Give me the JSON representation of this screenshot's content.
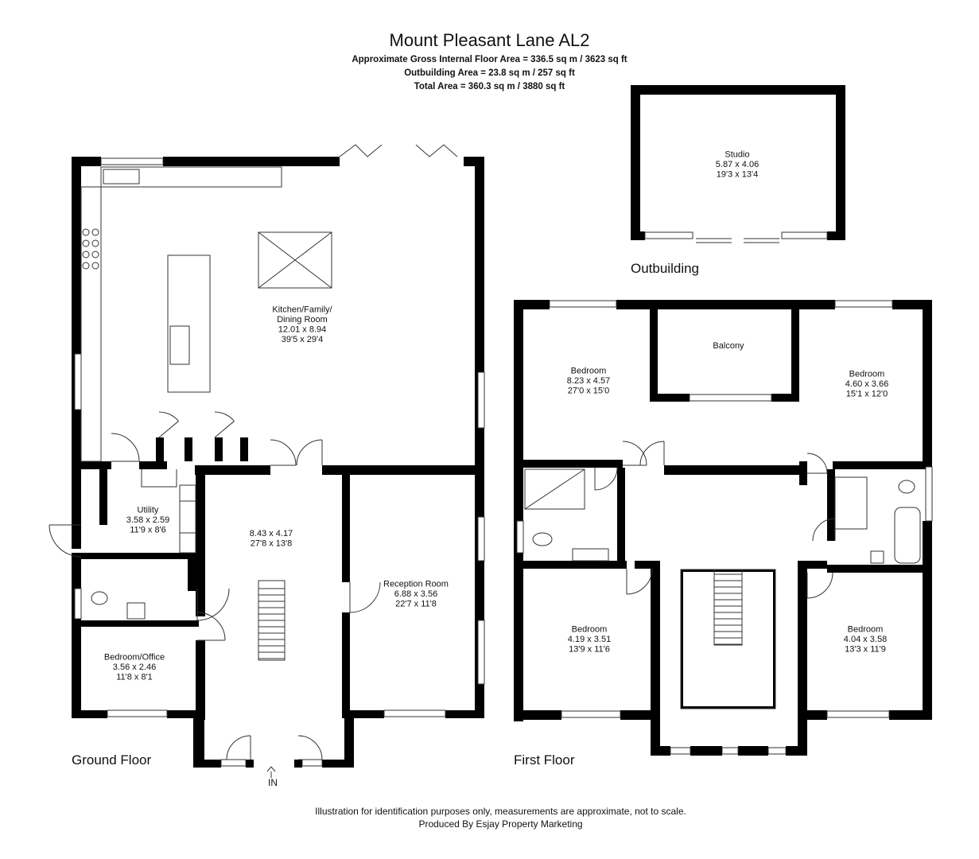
{
  "header": {
    "title": "Mount Pleasant Lane AL2",
    "gross_area": "Approximate Gross Internal Floor Area = 336.5 sq m / 3623 sq ft",
    "outbuilding_area": "Outbuilding Area = 23.8 sq m / 257 sq ft",
    "total_area": "Total Area = 360.3 sq m / 3880 sq ft"
  },
  "floors": {
    "ground": "Ground Floor",
    "first": "First Floor",
    "outbuilding": "Outbuilding"
  },
  "entrance_label": "IN",
  "rooms": {
    "kitchen": [
      "Kitchen/Family/",
      "Dining Room",
      "12.01 x 8.94",
      "39'5 x 29'4"
    ],
    "utility": [
      "Utility",
      "3.58 x 2.59",
      "11'9 x 8'6"
    ],
    "hall": [
      "8.43 x 4.17",
      "27'8 x 13'8"
    ],
    "reception": [
      "Reception Room",
      "6.88 x 3.56",
      "22'7 x 11'8"
    ],
    "office": [
      "Bedroom/Office",
      "3.56 x 2.46",
      "11'8 x 8'1"
    ],
    "studio": [
      "Studio",
      "5.87 x 4.06",
      "19'3 x 13'4"
    ],
    "bed1": [
      "Bedroom",
      "8.23 x 4.57",
      "27'0 x 15'0"
    ],
    "balcony": [
      "Balcony"
    ],
    "bed2": [
      "Bedroom",
      "4.60 x 3.66",
      "15'1 x 12'0"
    ],
    "bed3": [
      "Bedroom",
      "4.19 x 3.51",
      "13'9 x 11'6"
    ],
    "bed4": [
      "Bedroom",
      "4.04 x 3.58",
      "13'3 x 11'9"
    ]
  },
  "footer": {
    "line1": "Illustration for identification purposes only, measurements are approximate, not to scale.",
    "line2": "Produced By Esjay Property Marketing"
  },
  "colors": {
    "wall": "#000000",
    "line": "#333333",
    "background": "#ffffff"
  }
}
